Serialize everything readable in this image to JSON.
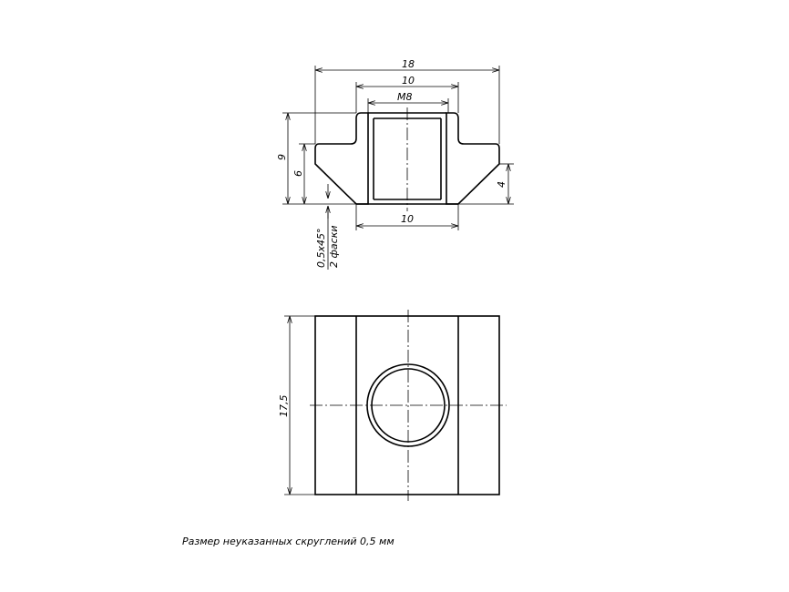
{
  "drawing": {
    "section_view": {
      "dim_overall_width": "18",
      "dim_boss_width": "10",
      "dim_thread": "M8",
      "dim_total_height": "9",
      "dim_shoulder_height": "6",
      "dim_chamfer_height": "4",
      "dim_bottom_width": "10",
      "chamfer_note_line1": "0,5x45°",
      "chamfer_note_line2": "2 фаски"
    },
    "plan_view": {
      "dim_length": "17,5"
    },
    "note": "Размер неуказанных скруглений 0,5 мм"
  }
}
